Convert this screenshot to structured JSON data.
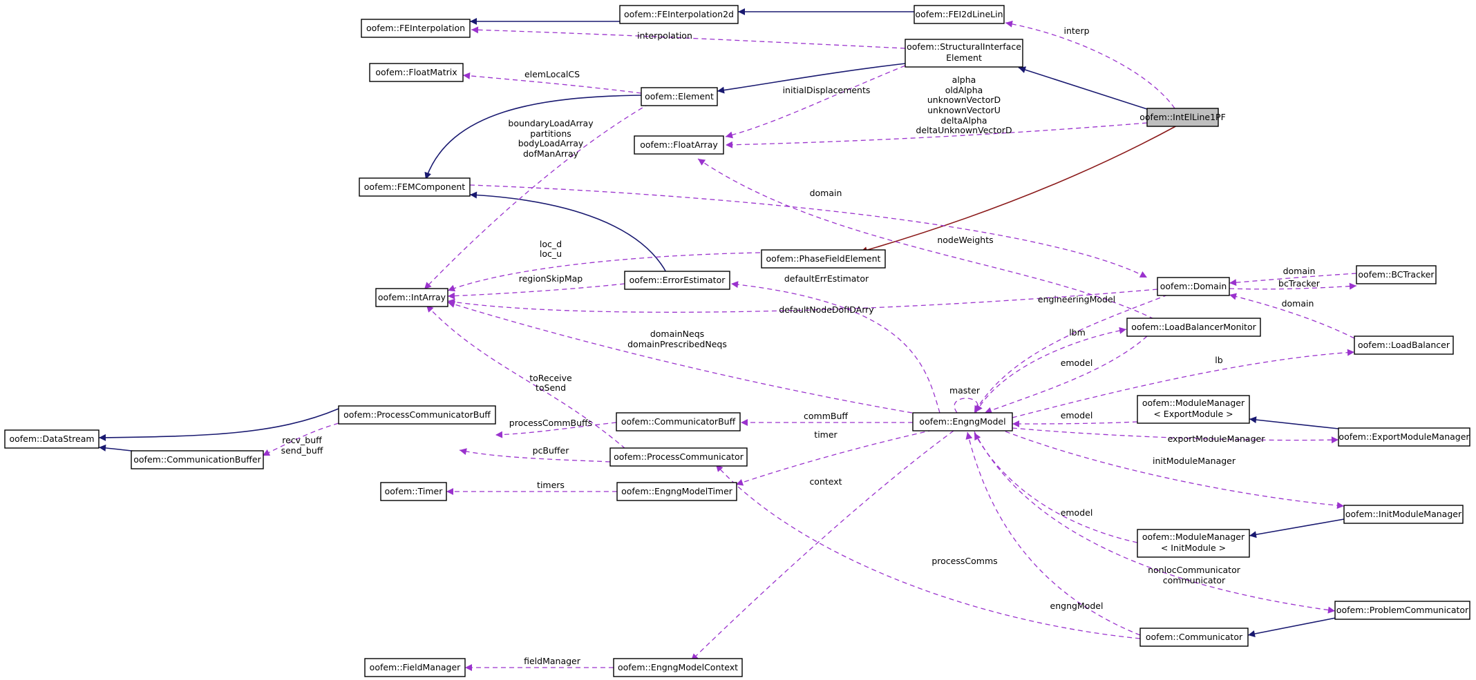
{
  "colors": {
    "inheritance": "#191970",
    "usage": "#9a32cd",
    "protected_inheritance": "#8b1a1a",
    "highlight_fill": "#bfbfbf"
  },
  "nodes": {
    "FEInterpolation": "oofem::FEInterpolation",
    "FEInterpolation2d": "oofem::FEInterpolation2d",
    "FEI2dLineLin": "oofem::FEI2dLineLin",
    "FloatMatrix": "oofem::FloatMatrix",
    "StructuralInterfaceElement": [
      "oofem::StructuralInterface",
      "Element"
    ],
    "Element": "oofem::Element",
    "IntElLine1PF": "oofem::IntElLine1PF",
    "FloatArray": "oofem::FloatArray",
    "FEMComponent": "oofem::FEMComponent",
    "PhaseFieldElement": "oofem::PhaseFieldElement",
    "ErrorEstimator": "oofem::ErrorEstimator",
    "IntArray": "oofem::IntArray",
    "Domain": "oofem::Domain",
    "BCTracker": "oofem::BCTracker",
    "LoadBalancerMonitor": "oofem::LoadBalancerMonitor",
    "LoadBalancer": "oofem::LoadBalancer",
    "DataStream": "oofem::DataStream",
    "ProcessCommunicatorBuff": "oofem::ProcessCommunicatorBuff",
    "CommunicationBuffer": "oofem::CommunicationBuffer",
    "CommunicatorBuff": "oofem::CommunicatorBuff",
    "ProcessCommunicator": "oofem::ProcessCommunicator",
    "EngngModel": "oofem::EngngModel",
    "ModuleManagerExport": [
      "oofem::ModuleManager",
      "< ExportModule >"
    ],
    "ExportModuleManager": "oofem::ExportModuleManager",
    "Timer": "oofem::Timer",
    "EngngModelTimer": "oofem::EngngModelTimer",
    "InitModuleManager": "oofem::InitModuleManager",
    "ModuleManagerInit": [
      "oofem::ModuleManager",
      "< InitModule >"
    ],
    "ProblemCommunicator": "oofem::ProblemCommunicator",
    "Communicator": "oofem::Communicator",
    "FieldManager": "oofem::FieldManager",
    "EngngModelContext": "oofem::EngngModelContext"
  },
  "edge_labels": {
    "interp": "interp",
    "interpolation": "interpolation",
    "elemLocalCS": "elemLocalCS",
    "initialDisplacements": "initialDisplacements",
    "alpha_group": [
      "alpha",
      "oldAlpha",
      "unknownVectorD",
      "unknownVectorU",
      "deltaAlpha",
      "deltaUnknownVectorD"
    ],
    "element_arrays": [
      "boundaryLoadArray",
      "partitions",
      "bodyLoadArray",
      "dofManArray"
    ],
    "domain": "domain",
    "nodeWeights": "nodeWeights",
    "loc": [
      "loc_d",
      "loc_u"
    ],
    "regionSkipMap": "regionSkipMap",
    "defaultErrEstimator": "defaultErrEstimator",
    "bcdomain": "domain",
    "bcTracker": "bcTracker",
    "lbdomain": "domain",
    "defaultNodeDofIDArry": "defaultNodeDofIDArry",
    "engineeringModel": "engineeringModel",
    "lbm": "lbm",
    "domainNeqs": [
      "domainNeqs",
      "domainPrescribedNeqs"
    ],
    "lbm_emodel": "emodel",
    "lb": "lb",
    "toReceive": [
      "toReceive",
      "toSend"
    ],
    "master": "master",
    "processCommBuffs": "processCommBuffs",
    "commBuff": "commBuff",
    "mm_emodel": "emodel",
    "recvsend": [
      "recv_buff",
      "send_buff"
    ],
    "pcBuffer": "pcBuffer",
    "timer": "timer",
    "exportModuleManager": "exportModuleManager",
    "initModuleManager": "initModuleManager",
    "timers": "timers",
    "context": "context",
    "init_emodel": "emodel",
    "processComms": "processComms",
    "nonloc": [
      "nonlocCommunicator",
      "communicator"
    ],
    "engngModel": "engngModel",
    "fieldManager": "fieldManager"
  }
}
